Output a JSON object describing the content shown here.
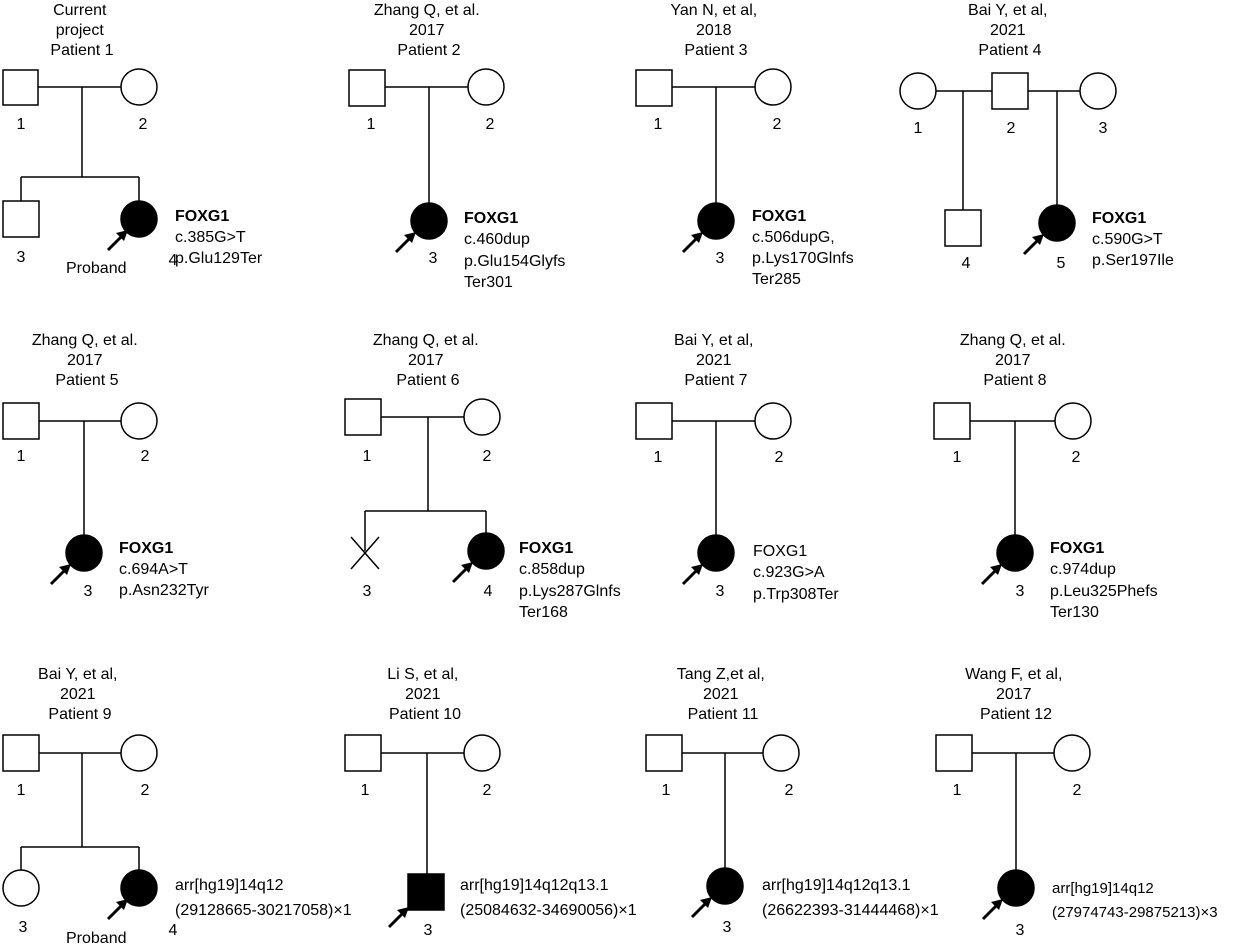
{
  "figure": {
    "pedigrees": [
      {
        "title_lines": [
          "Current",
          "project",
          "Patient 1"
        ],
        "members": [
          {
            "label": "1",
            "sex": "male",
            "affected": false
          },
          {
            "label": "2",
            "sex": "female",
            "affected": false
          },
          {
            "label": "3",
            "sex": "male",
            "affected": false
          },
          {
            "label": "4",
            "sex": "female",
            "affected": true,
            "proband": true
          }
        ],
        "proband_label": "Proband",
        "variant_lines": [
          "FOXG1",
          "c.385G>T",
          "p.Glu129Ter"
        ],
        "gene_bold": true
      },
      {
        "title_lines": [
          "Zhang Q, et al.",
          "2017",
          "Patient 2"
        ],
        "members": [
          {
            "label": "1",
            "sex": "male",
            "affected": false
          },
          {
            "label": "2",
            "sex": "female",
            "affected": false
          },
          {
            "label": "3",
            "sex": "female",
            "affected": true,
            "proband": true
          }
        ],
        "variant_lines": [
          "FOXG1",
          "c.460dup",
          "p.Glu154Glyfs",
          "Ter301"
        ],
        "gene_bold": true
      },
      {
        "title_lines": [
          "Yan N, et al,",
          "2018",
          "Patient 3"
        ],
        "members": [
          {
            "label": "1",
            "sex": "male",
            "affected": false
          },
          {
            "label": "2",
            "sex": "female",
            "affected": false
          },
          {
            "label": "3",
            "sex": "female",
            "affected": true,
            "proband": true
          }
        ],
        "variant_lines": [
          "FOXG1",
          "c.506dupG,",
          "p.Lys170Glnfs",
          "Ter285"
        ],
        "gene_bold": true
      },
      {
        "title_lines": [
          "Bai Y, et al,",
          "2021",
          "Patient 4"
        ],
        "members": [
          {
            "label": "1",
            "sex": "female",
            "affected": false
          },
          {
            "label": "2",
            "sex": "male",
            "affected": false
          },
          {
            "label": "3",
            "sex": "female",
            "affected": false
          },
          {
            "label": "4",
            "sex": "male",
            "affected": false
          },
          {
            "label": "5",
            "sex": "female",
            "affected": true,
            "proband": true
          }
        ],
        "variant_lines": [
          "FOXG1",
          "c.590G>T",
          "p.Ser197Ile"
        ],
        "gene_bold": true
      },
      {
        "title_lines": [
          "Zhang Q, et al.",
          "2017",
          "Patient 5"
        ],
        "members": [
          {
            "label": "1",
            "sex": "male",
            "affected": false
          },
          {
            "label": "2",
            "sex": "female",
            "affected": false
          },
          {
            "label": "3",
            "sex": "female",
            "affected": true,
            "proband": true
          }
        ],
        "variant_lines": [
          "FOXG1",
          "c.694A>T",
          "p.Asn232Tyr"
        ],
        "gene_bold": true
      },
      {
        "title_lines": [
          "Zhang Q, et al.",
          "2017",
          "Patient 6"
        ],
        "members": [
          {
            "label": "1",
            "sex": "male",
            "affected": false
          },
          {
            "label": "2",
            "sex": "female",
            "affected": false
          },
          {
            "label": "3",
            "sex": "pregnancy-loss",
            "affected": false
          },
          {
            "label": "4",
            "sex": "female",
            "affected": true,
            "proband": true
          }
        ],
        "variant_lines": [
          "FOXG1",
          "c.858dup",
          "p.Lys287Glnfs",
          "Ter168"
        ],
        "gene_bold": true
      },
      {
        "title_lines": [
          "Bai Y, et al,",
          "2021",
          "Patient 7"
        ],
        "members": [
          {
            "label": "1",
            "sex": "male",
            "affected": false
          },
          {
            "label": "2",
            "sex": "female",
            "affected": false
          },
          {
            "label": "3",
            "sex": "female",
            "affected": true,
            "proband": true
          }
        ],
        "variant_lines": [
          "FOXG1",
          "c.923G>A",
          "p.Trp308Ter"
        ],
        "gene_bold": false
      },
      {
        "title_lines": [
          "Zhang Q, et al.",
          "2017",
          "Patient 8"
        ],
        "members": [
          {
            "label": "1",
            "sex": "male",
            "affected": false
          },
          {
            "label": "2",
            "sex": "female",
            "affected": false
          },
          {
            "label": "3",
            "sex": "female",
            "affected": true,
            "proband": true
          }
        ],
        "variant_lines": [
          "FOXG1",
          "c.974dup",
          "p.Leu325Phefs",
          "Ter130"
        ],
        "gene_bold": true
      },
      {
        "title_lines": [
          "Bai Y, et al,",
          "2021",
          "Patient 9"
        ],
        "members": [
          {
            "label": "1",
            "sex": "male",
            "affected": false
          },
          {
            "label": "2",
            "sex": "female",
            "affected": false
          },
          {
            "label": "3",
            "sex": "female",
            "affected": false
          },
          {
            "label": "4",
            "sex": "female",
            "affected": true,
            "proband": true
          }
        ],
        "proband_label": "Proband",
        "variant_lines": [
          "arr[hg19]14q12",
          "(29128665-30217058)×1"
        ],
        "gene_bold": false
      },
      {
        "title_lines": [
          "Li S, et al,",
          "2021",
          "Patient 10"
        ],
        "members": [
          {
            "label": "1",
            "sex": "male",
            "affected": false
          },
          {
            "label": "2",
            "sex": "female",
            "affected": false
          },
          {
            "label": "3",
            "sex": "male",
            "affected": true,
            "proband": true
          }
        ],
        "variant_lines": [
          "arr[hg19]14q12q13.1",
          "(25084632-34690056)×1"
        ],
        "gene_bold": false
      },
      {
        "title_lines": [
          "Tang Z,et al,",
          "2021",
          "Patient 11"
        ],
        "members": [
          {
            "label": "1",
            "sex": "male",
            "affected": false
          },
          {
            "label": "2",
            "sex": "female",
            "affected": false
          },
          {
            "label": "3",
            "sex": "female",
            "affected": true,
            "proband": true
          }
        ],
        "variant_lines": [
          "arr[hg19]14q12q13.1",
          "(26622393-31444468)×1"
        ],
        "gene_bold": false
      },
      {
        "title_lines": [
          "Wang F, et al,",
          "2017",
          "Patient 12"
        ],
        "members": [
          {
            "label": "1",
            "sex": "male",
            "affected": false
          },
          {
            "label": "2",
            "sex": "female",
            "affected": false
          },
          {
            "label": "3",
            "sex": "female",
            "affected": true,
            "proband": true
          }
        ],
        "variant_lines": [
          "arr[hg19]14q12",
          "(27974743-29875213)×3"
        ],
        "gene_bold": false
      }
    ]
  }
}
